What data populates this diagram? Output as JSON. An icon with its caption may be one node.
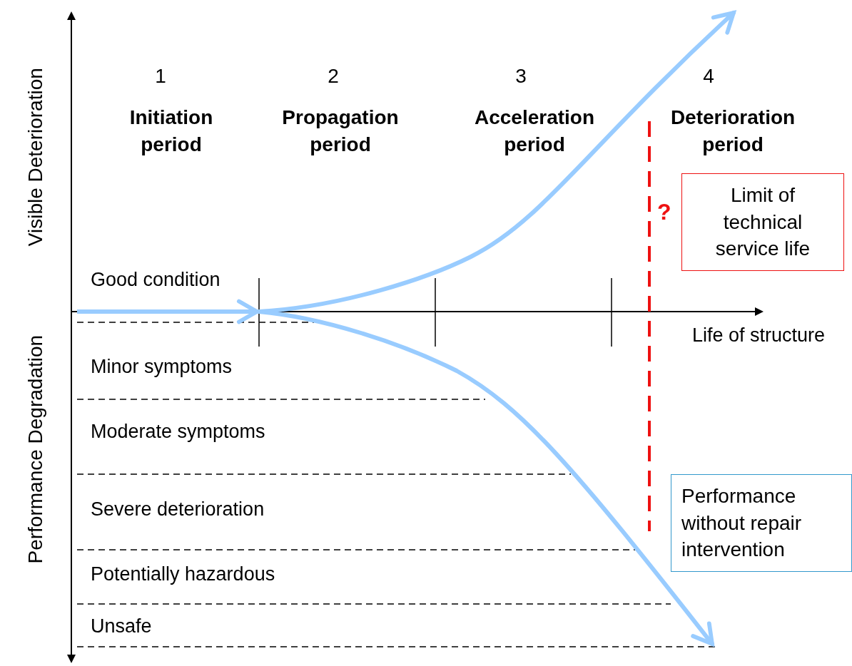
{
  "diagram": {
    "nodes": [
      {
        "text": [
          "Limit of technical service life"
        ]
      },
      {
        "text": [
          "Performance without repair intervention"
        ]
      }
    ],
    "labels": [
      "Visible Deterioration",
      "Performance Degradation",
      "1",
      "Initiation period",
      "2",
      "Propagation period",
      "3",
      "Acceleration period",
      "4",
      "Deterioration period",
      "?",
      "Good condition",
      "Life of structure",
      "Minor symptoms",
      "Moderate symptoms",
      "Severe deterioration",
      "Potentially hazardous",
      "Unsafe"
    ]
  }
}
